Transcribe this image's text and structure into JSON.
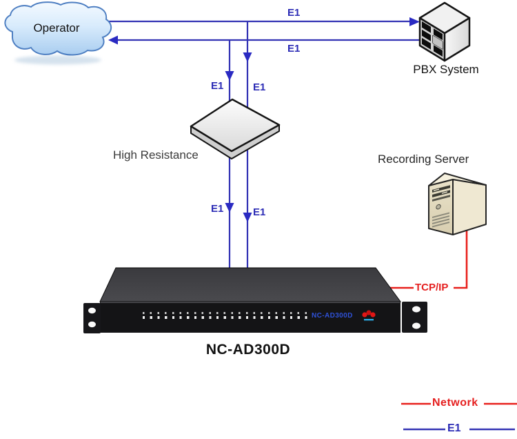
{
  "nodes": {
    "operator": "Operator",
    "pbx": "PBX System",
    "high_resistance": "High Resistance",
    "recording_server": "Recording Server",
    "device_name": "NC-AD300D",
    "device_panel_text": "NC-AD300D"
  },
  "links": {
    "e1": "E1",
    "tcpip": "TCP/IP"
  },
  "legend": {
    "network": "Network",
    "e1": "E1"
  },
  "colors": {
    "e1_line": "#3232b4",
    "network_line": "#e8201c",
    "e1_label": "#2b2bb5",
    "network_label": "#e51f1f"
  }
}
